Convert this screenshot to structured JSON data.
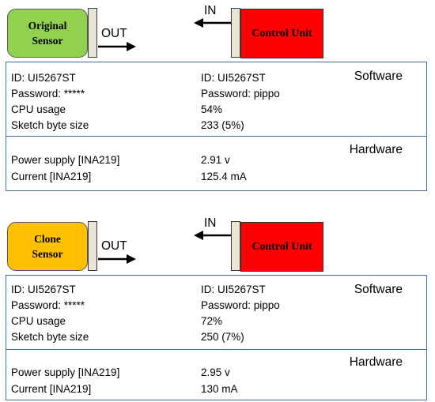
{
  "panels": [
    {
      "sensor_line1": "Original",
      "sensor_line2": "Sensor",
      "sensor_color": "#92d050",
      "out_label": "OUT",
      "in_label": "IN",
      "unit_label": "Control Unit",
      "unit_color": "#ff0000",
      "software": {
        "heading": "Software",
        "rows": [
          {
            "left": "ID: UI5267ST",
            "right": "ID: UI5267ST"
          },
          {
            "left": "Password: *****",
            "right": "Password: pippo"
          },
          {
            "left": "CPU usage",
            "right": "54%"
          },
          {
            "left": "Sketch byte size",
            "right": "233 (5%)"
          }
        ]
      },
      "hardware": {
        "heading": "Hardware",
        "rows": [
          {
            "left": "Power supply [INA219]",
            "right": "2.91 v"
          },
          {
            "left": "Current [INA219]",
            "right": "125.4 mA"
          }
        ]
      }
    },
    {
      "sensor_line1": "Clone",
      "sensor_line2": "Sensor",
      "sensor_color": "#ffc000",
      "out_label": "OUT",
      "in_label": "IN",
      "unit_label": "Control Unit",
      "unit_color": "#ff0000",
      "software": {
        "heading": "Software",
        "rows": [
          {
            "left": "ID: UI5267ST",
            "right": "ID: UI5267ST"
          },
          {
            "left": "Password: *****",
            "right": "Password: pippo"
          },
          {
            "left": "CPU usage",
            "right": "72%"
          },
          {
            "left": "Sketch byte size",
            "right": "250 (7%)"
          }
        ]
      },
      "hardware": {
        "heading": "Hardware",
        "rows": [
          {
            "left": "Power supply [INA219]",
            "right": "2.95 v"
          },
          {
            "left": "Current [INA219]",
            "right": "130 mA"
          }
        ]
      }
    }
  ]
}
